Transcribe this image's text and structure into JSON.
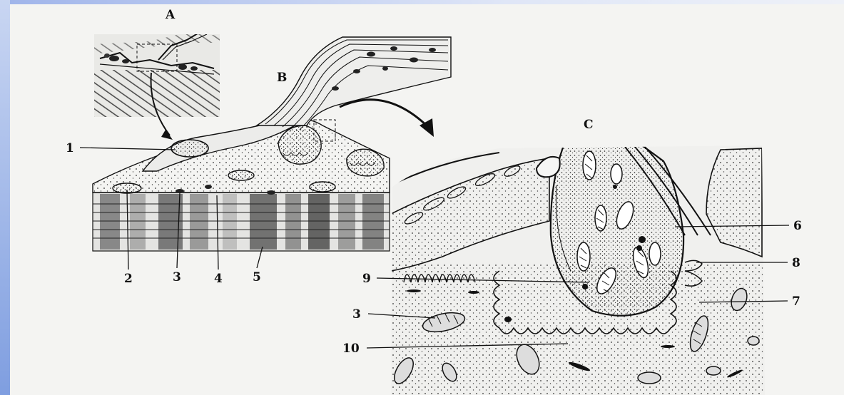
{
  "panels": {
    "a": "A",
    "b": "B",
    "c": "C"
  },
  "labels": {
    "l1": "1",
    "l2": "2",
    "l3a": "3",
    "l4": "4",
    "l5": "5",
    "l6": "6",
    "l7": "7",
    "l8": "8",
    "l9": "9",
    "l3b": "3",
    "l10": "10"
  },
  "colors": {
    "ink": "#111111",
    "paper": "#f4f4f2",
    "edge": "#7f9ee0"
  }
}
